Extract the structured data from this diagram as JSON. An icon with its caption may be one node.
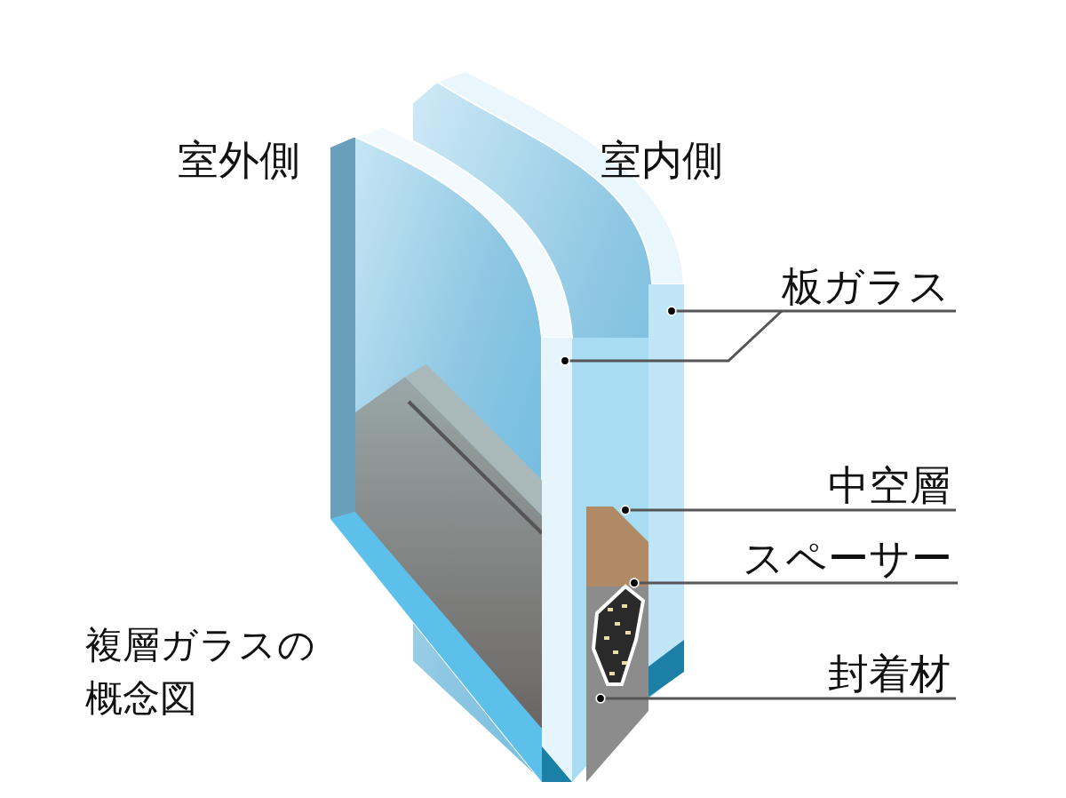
{
  "diagram": {
    "caption": "複層ガラスの概念図",
    "nodes": [
      {
        "text": [
          "板ガラス"
        ]
      },
      {
        "text": [
          "中空層"
        ]
      },
      {
        "text": [
          "スペーサー"
        ]
      },
      {
        "text": [
          "封着材"
        ]
      }
    ],
    "edges": [
      {
        "from": 0,
        "to": null,
        "arrow": "other"
      },
      {
        "from": 0,
        "to": null,
        "arrow": "other"
      },
      {
        "from": 1,
        "to": null,
        "arrow": "other"
      },
      {
        "from": 2,
        "to": null,
        "arrow": "other"
      },
      {
        "from": 3,
        "to": null,
        "arrow": "other"
      }
    ],
    "labels": [
      "室外側",
      "室内側"
    ]
  }
}
